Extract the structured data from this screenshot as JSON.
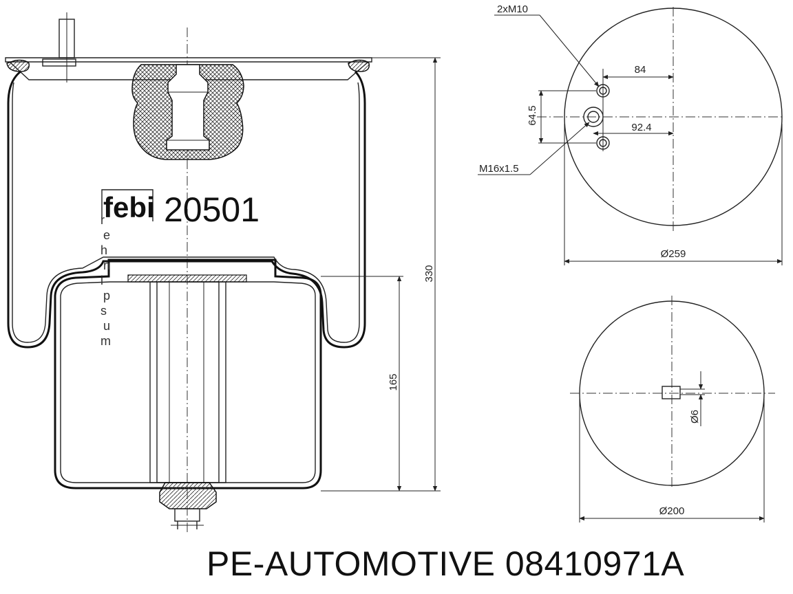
{
  "brand_logo": "febi",
  "part_number": "20501",
  "watermark": "rehnipsum",
  "dimensions": {
    "bolt_holes": "2xM10",
    "bolt_offset": "84",
    "bolt_spacing": "64.5",
    "center_offset": "92.4",
    "center_thread": "M16x1.5",
    "top_diameter": "Ø259",
    "total_height": "330",
    "piston_height": "165",
    "pin_diameter": "Ø6",
    "bottom_diameter": "Ø200"
  },
  "footer": {
    "brand": "PE-AUTOMOTIVE",
    "code": "08410971A"
  }
}
